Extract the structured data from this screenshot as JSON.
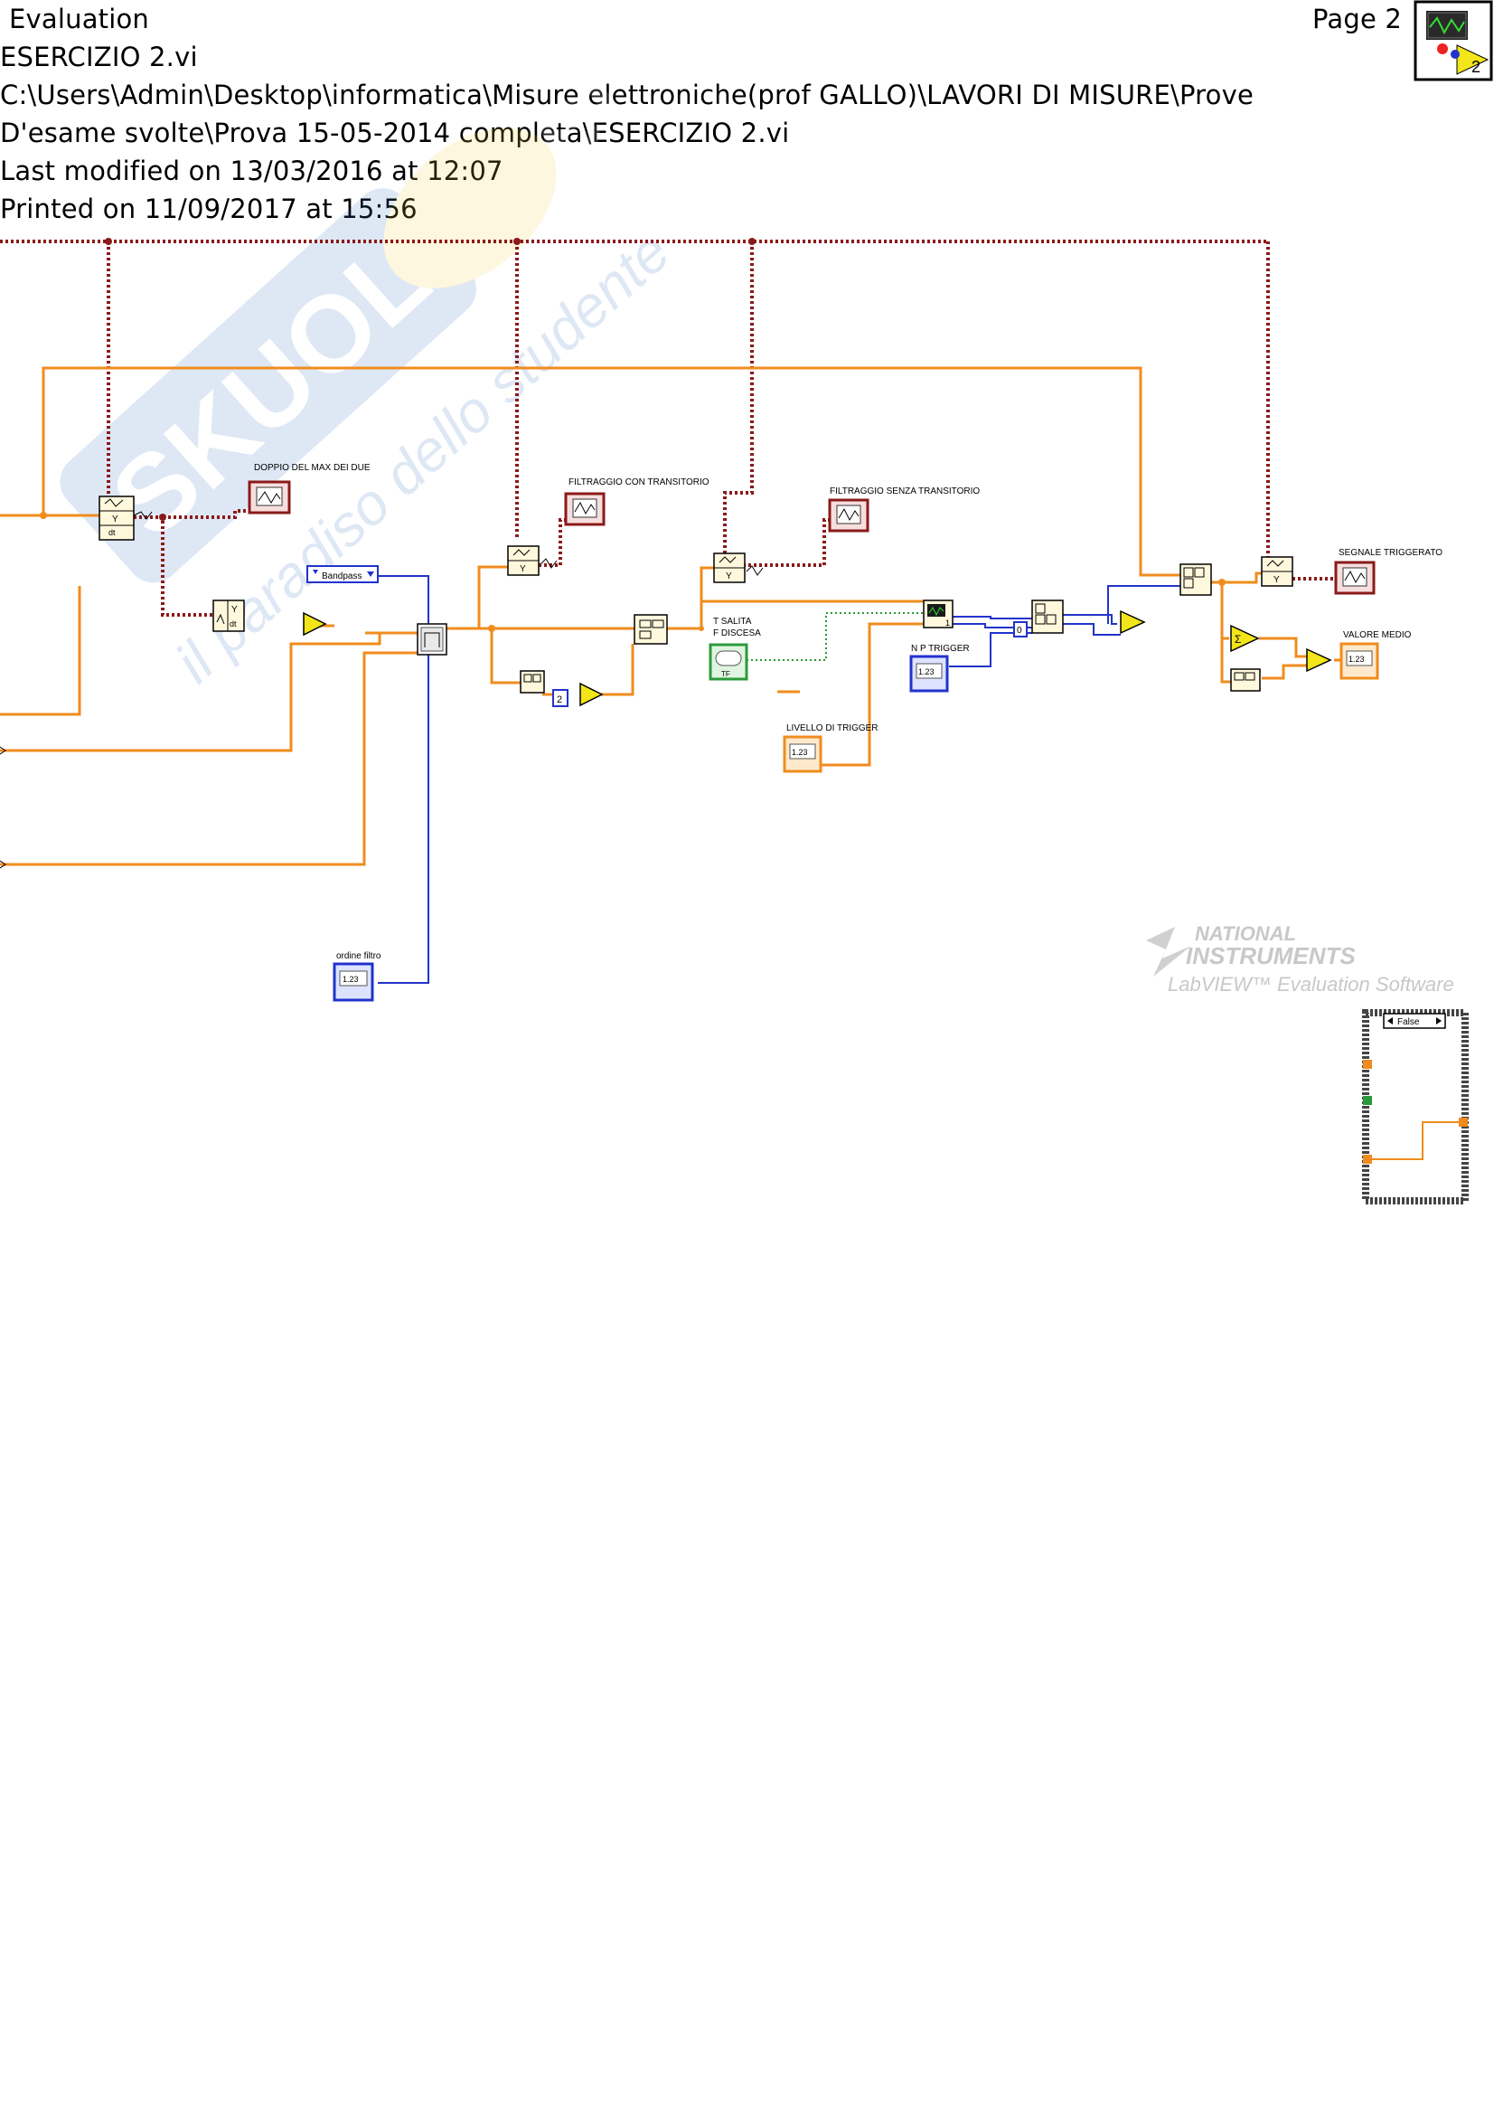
{
  "header": {
    "evaluation": "Evaluation",
    "page": "Page 2",
    "vi_name": "ESERCIZIO 2.vi",
    "path_line1": "C:\\Users\\Admin\\Desktop\\informatica\\Misure elettroniche(prof GALLO)\\LAVORI DI MISURE\\Prove",
    "path_line2": "D'esame svolte\\Prova 15-05-2014 completa\\ESERCIZIO 2.vi",
    "modified": "Last modified on 13/03/2016 at 12:07",
    "printed": "Printed on 11/09/2017 at 15:56",
    "icon_number": "2"
  },
  "diagram": {
    "labels": {
      "doppio": "DOPPIO DEL MAX DEI DUE",
      "filtraggio_con": "FILTRAGGIO CON TRANSITORIO",
      "filtraggio_senza": "FILTRAGGIO SENZA TRANSITORIO",
      "segnale": "SEGNALE TRIGGERATO",
      "valore_medio": "VALORE MEDIO",
      "t_salita": "T SALITA",
      "f_discesa": "F DISCESA",
      "np_trigger": "N P TRIGGER",
      "livello": "LIVELLO DI TRIGGER",
      "ordine": "ordine filtro",
      "bandpass": "Bandpass",
      "case_false": "False",
      "const_2": "2",
      "const_0": "0",
      "const_1": "1",
      "num_display": "1.23",
      "tf_display": "TF",
      "y_symbol": "Y",
      "dt_symbol": "dt"
    },
    "wire_colors": {
      "numeric_array": "#f08c1e",
      "integer": "#2233cc",
      "cluster": "#8b1a1a",
      "boolean": "#2a9a3a"
    },
    "watermark": {
      "brand": "SKUOLA.net",
      "tagline": "il paradiso dello studente",
      "ni_line1": "NATIONAL",
      "ni_line2": "INSTRUMENTS",
      "ni_line3": "LabVIEW™ Evaluation Software"
    }
  }
}
